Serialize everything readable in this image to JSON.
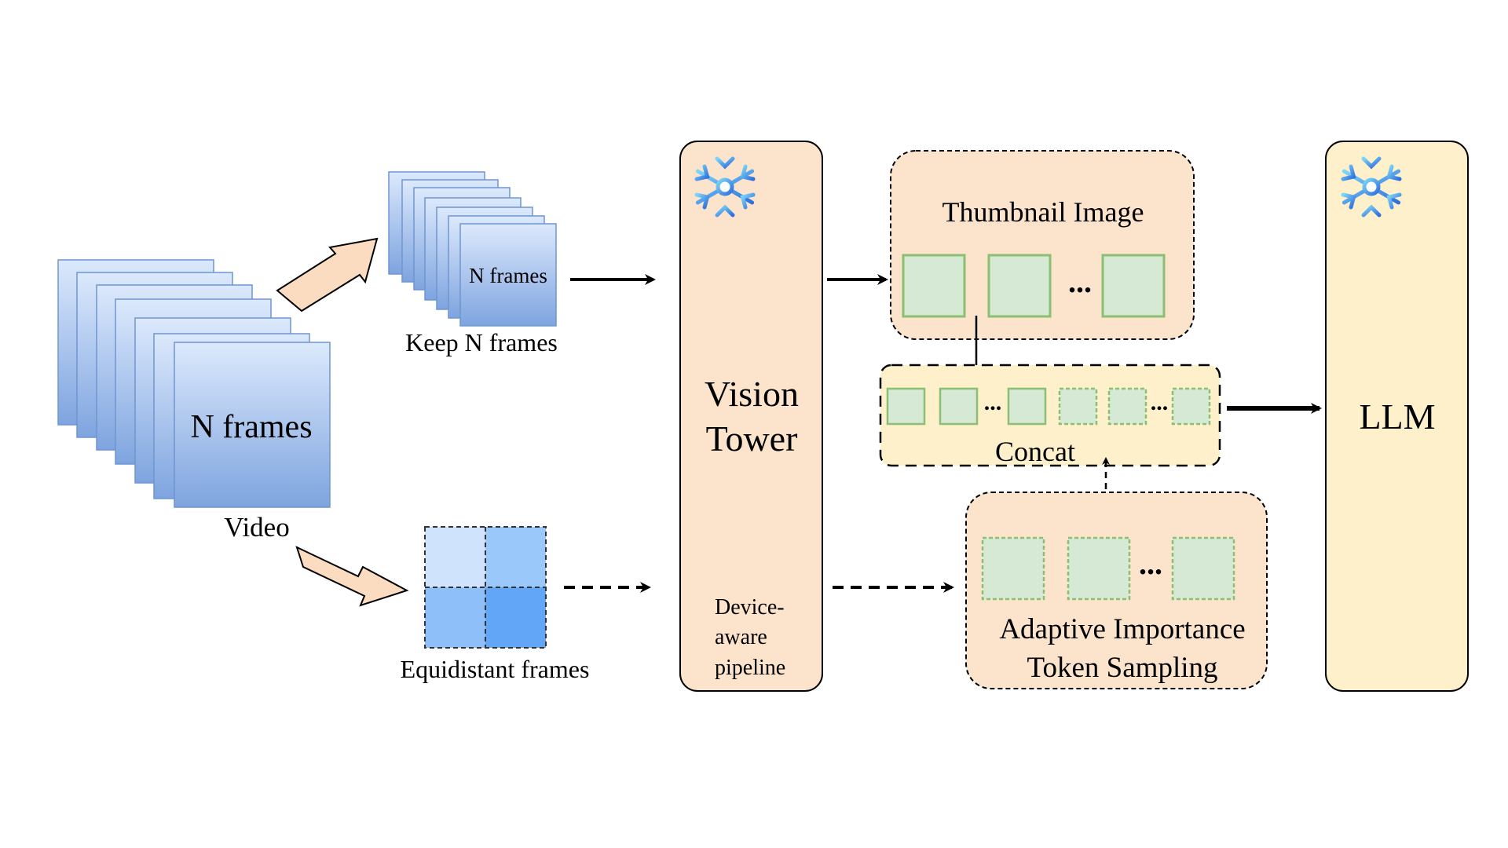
{
  "video": {
    "stack_label": "N frames",
    "caption": "Video"
  },
  "keep_branch": {
    "stack_label": "N frames",
    "caption": "Keep N frames"
  },
  "equidistant_branch": {
    "caption": "Equidistant frames"
  },
  "vision_tower": {
    "title_line1": "Vision",
    "title_line2": "Tower",
    "note_line1": "Device-",
    "note_line2": "aware",
    "note_line3": "pipeline",
    "frozen_icon": "snowflake-icon"
  },
  "thumbnail": {
    "title": "Thumbnail Image",
    "ellipsis": "..."
  },
  "concat": {
    "label": "Concat",
    "ellipsis_solid": "...",
    "ellipsis_dashed": "..."
  },
  "adaptive": {
    "title_line1": "Adaptive Importance",
    "title_line2": "Token Sampling",
    "ellipsis": "..."
  },
  "llm": {
    "label": "LLM",
    "frozen_icon": "snowflake-icon"
  },
  "colors": {
    "frame_top": "#dbe8fb",
    "frame_bottom": "#7fa6e0",
    "frame_border": "#6f95d0",
    "block_fill": "#fce3cc",
    "llm_fill": "#fdf0cb",
    "concat_fill": "#fdf0cb",
    "token_fill": "#d6e9d4",
    "token_border": "#8bbf72",
    "arrow_fill": "#fbdcc0",
    "snowflake": "#3aa0e8"
  }
}
